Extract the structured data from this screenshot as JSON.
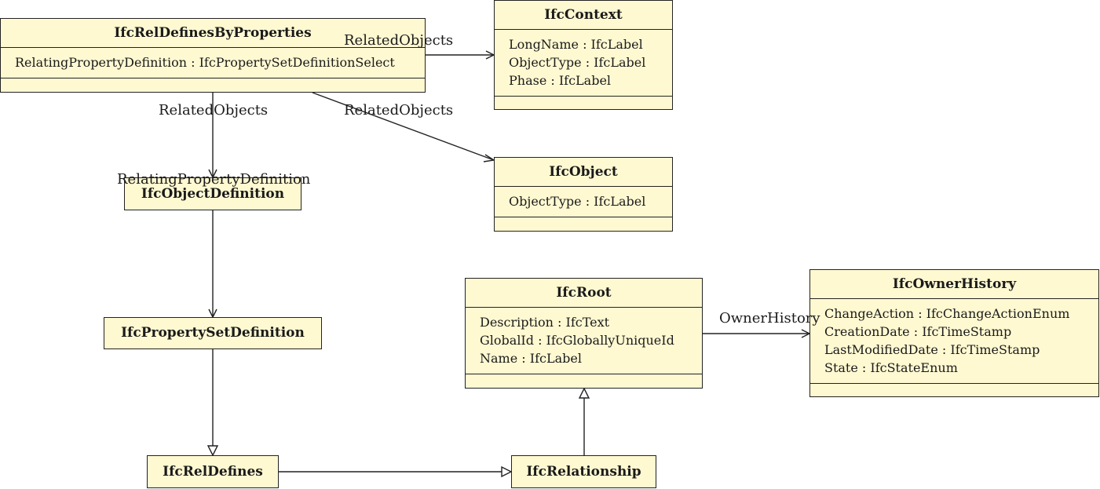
{
  "classes": {
    "rel_defines_by_properties": {
      "name": "IfcRelDefinesByProperties",
      "attributes": [
        "RelatingPropertyDefinition : IfcPropertySetDefinitionSelect"
      ]
    },
    "context": {
      "name": "IfcContext",
      "attributes": [
        "LongName : IfcLabel",
        "ObjectType : IfcLabel",
        "Phase : IfcLabel"
      ]
    },
    "object": {
      "name": "IfcObject",
      "attributes": [
        "ObjectType : IfcLabel"
      ]
    },
    "object_definition": {
      "name": "IfcObjectDefinition"
    },
    "property_set_definition": {
      "name": "IfcPropertySetDefinition"
    },
    "root": {
      "name": "IfcRoot",
      "attributes": [
        "Description : IfcText",
        "GlobalId : IfcGloballyUniqueId",
        "Name : IfcLabel"
      ]
    },
    "owner_history": {
      "name": "IfcOwnerHistory",
      "attributes": [
        "ChangeAction : IfcChangeActionEnum",
        "CreationDate : IfcTimeStamp",
        "LastModifiedDate : IfcTimeStamp",
        "State : IfcStateEnum"
      ]
    },
    "rel_defines": {
      "name": "IfcRelDefines"
    },
    "relationship": {
      "name": "IfcRelationship"
    }
  },
  "edge_labels": {
    "related_objects_context": "RelatedObjects",
    "related_objects_down": "RelatedObjects",
    "related_objects_object": "RelatedObjects",
    "relating_property_definition": "RelatingPropertyDefinition",
    "owner_history": "OwnerHistory"
  }
}
